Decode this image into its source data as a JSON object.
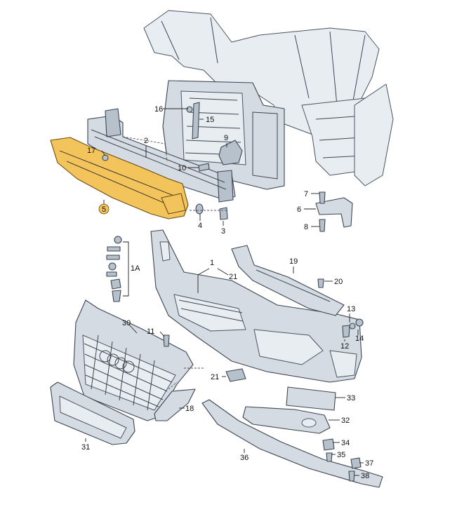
{
  "callouts": {
    "c1": "1",
    "c1A": "1A",
    "c2": "2",
    "c3": "3",
    "c4": "4",
    "c5": "5",
    "c6": "6",
    "c7": "7",
    "c8": "8",
    "c9": "9",
    "c10": "10",
    "c11": "11",
    "c12": "12",
    "c13": "13",
    "c14": "14",
    "c15": "15",
    "c16": "16",
    "c17": "17",
    "c18": "18",
    "c19": "19",
    "c20": "20",
    "c21a": "21",
    "c21b": "21",
    "c30": "30",
    "c31": "31",
    "c32": "32",
    "c33": "33",
    "c34": "34",
    "c35": "35",
    "c36": "36",
    "c37": "37",
    "c38": "38"
  },
  "highlight_color": "#f3c45c"
}
